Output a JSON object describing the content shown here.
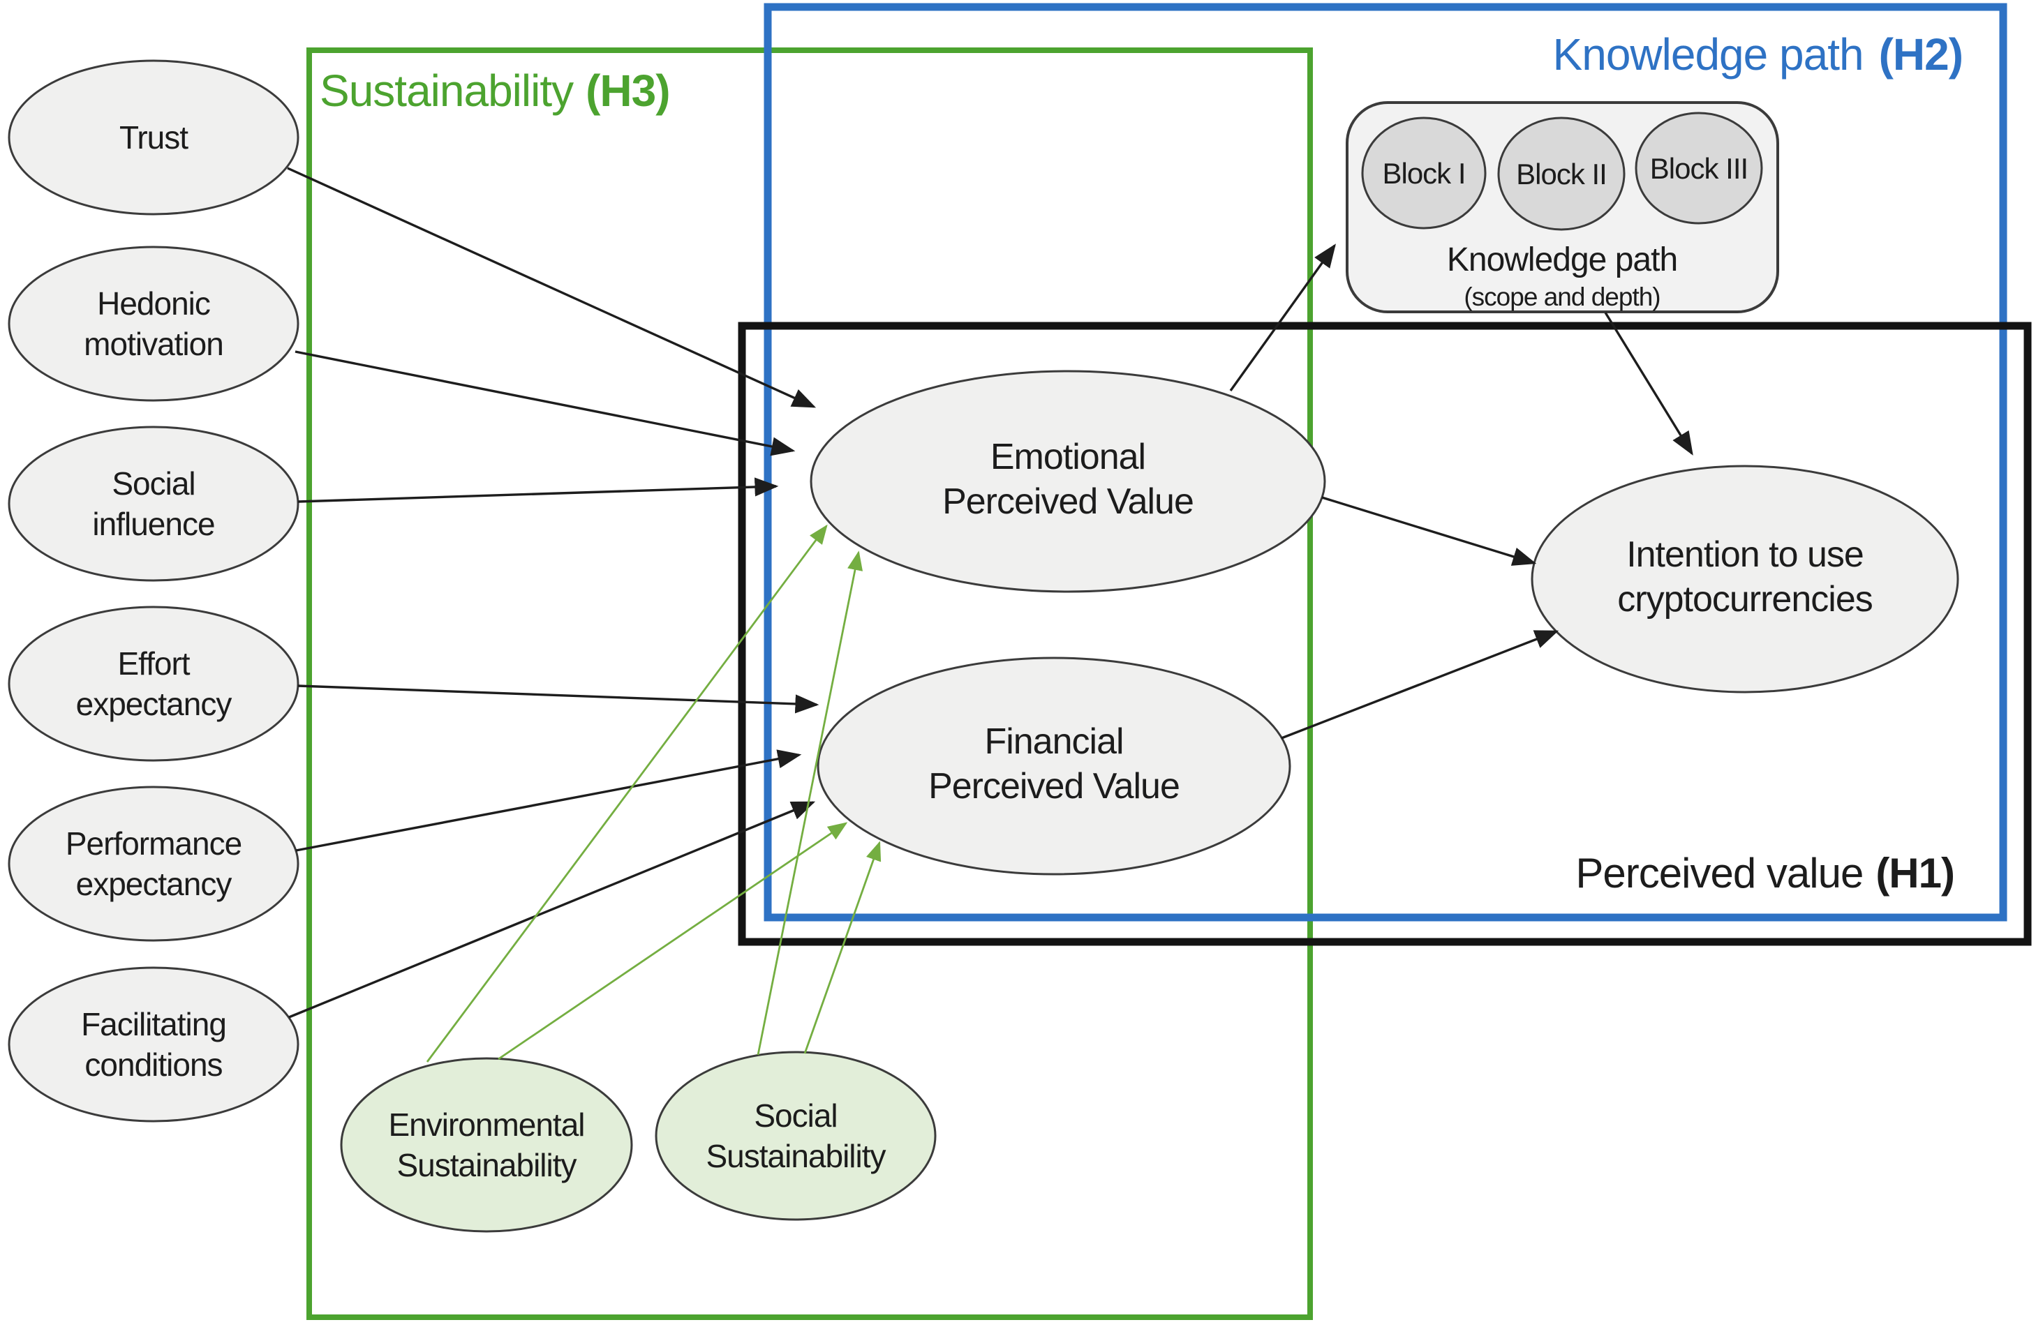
{
  "colors": {
    "green": "#4CA32F",
    "blue": "#2E72C4",
    "black_box": "#131313",
    "arrow": "#1d1d1d",
    "green_arrow": "#74AE41",
    "node_fill": "#F0F0EF",
    "node_stroke": "#3B3B3B",
    "green_node_fill": "#E2EED9",
    "block_fill": "#D9D9D9",
    "panel_fill": "#F2F2F2",
    "text": "#1C1C1C"
  },
  "regions": {
    "sustainability": {
      "label": "Sustainability",
      "tag": "(H3)"
    },
    "knowledge_path": {
      "label": "Knowledge path",
      "tag": "(H2)"
    },
    "perceived_value": {
      "label": "Perceived value",
      "tag": "(H1)"
    }
  },
  "nodes": {
    "trust": {
      "label": "Trust"
    },
    "hedonic": {
      "line1": "Hedonic",
      "line2": "motivation"
    },
    "social_influence": {
      "line1": "Social",
      "line2": "influence"
    },
    "effort": {
      "line1": "Effort",
      "line2": "expectancy"
    },
    "performance": {
      "line1": "Performance",
      "line2": "expectancy"
    },
    "facilitating": {
      "line1": "Facilitating",
      "line2": "conditions"
    },
    "emotional": {
      "line1": "Emotional",
      "line2": "Perceived Value"
    },
    "financial": {
      "line1": "Financial",
      "line2": "Perceived Value"
    },
    "intention": {
      "line1": "Intention to use",
      "line2": "cryptocurrencies"
    },
    "environmental": {
      "line1": "Environmental",
      "line2": "Sustainability"
    },
    "social_sustainability": {
      "line1": "Social",
      "line2": "Sustainability"
    }
  },
  "knowledge_box": {
    "blocks": [
      "Block I",
      "Block II",
      "Block III"
    ],
    "title": "Knowledge path",
    "subtitle": "(scope and depth)"
  }
}
